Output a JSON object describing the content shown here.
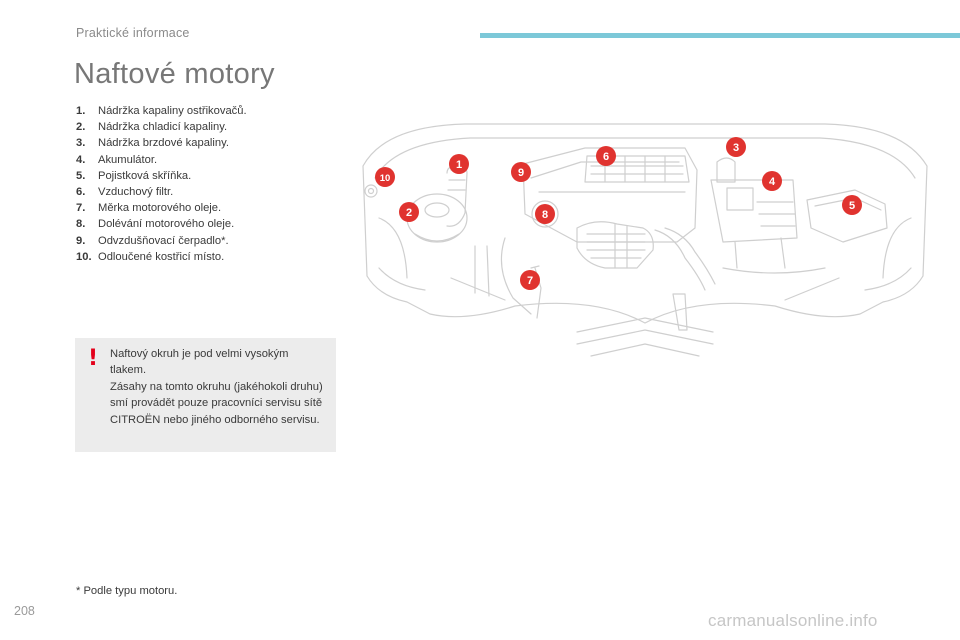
{
  "header": {
    "section": "Praktické informace",
    "accent_color": "#7cc8d8"
  },
  "title": "Naftové motory",
  "legend": [
    {
      "num": "1.",
      "label": "Nádržka kapaliny ostřikovačů."
    },
    {
      "num": "2.",
      "label": "Nádržka chladicí kapaliny."
    },
    {
      "num": "3.",
      "label": "Nádržka brzdové kapaliny."
    },
    {
      "num": "4.",
      "label": "Akumulátor."
    },
    {
      "num": "5.",
      "label": "Pojistková skříňka."
    },
    {
      "num": "6.",
      "label": "Vzduchový filtr."
    },
    {
      "num": "7.",
      "label": "Měrka motorového oleje."
    },
    {
      "num": "8.",
      "label": "Dolévání motorového oleje."
    },
    {
      "num": "9.",
      "label": "Odvzdušňovací čerpadlo*."
    },
    {
      "num": "10.",
      "label": "Odloučené kostřicí místo."
    }
  ],
  "warning": {
    "icon": "exclamation-icon",
    "icon_color": "#e3001b",
    "lines": [
      "Naftový okruh je pod velmi vysokým tlakem.",
      "Zásahy na tomto okruhu (jakéhokoli druhu) smí provádět pouze pracovníci servisu sítě CITROËN nebo jiného odborného servisu."
    ]
  },
  "diagram": {
    "callout_color": "#e0332f",
    "callouts": [
      "1",
      "2",
      "3",
      "4",
      "5",
      "6",
      "7",
      "8",
      "9",
      "10"
    ]
  },
  "footnote": "* Podle typu motoru.",
  "page_number": "208",
  "watermark": "carmanualsonline.info"
}
